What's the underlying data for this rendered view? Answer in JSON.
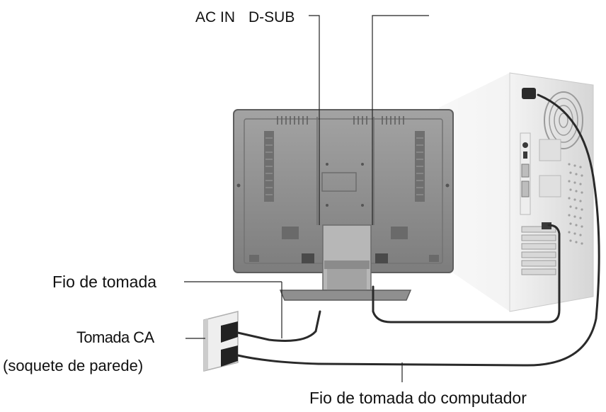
{
  "labels": {
    "ac_in": "AC IN",
    "d_sub": "D-SUB",
    "power_cord": "Fio de tomada",
    "ac_outlet": "Tomada CA",
    "wall_socket": "(soquete de parede)",
    "computer_cord": "Fio de tomada do computador"
  },
  "colors": {
    "monitor_body": "#8e8e8e",
    "monitor_frame": "#6a6a6a",
    "tower_body": "#e9e9e9",
    "cable": "#2a2a2a",
    "leader_line": "#222222"
  },
  "icons": [
    "lcd-monitor-back",
    "pc-tower",
    "wall-outlet",
    "power-plug",
    "vga-connector"
  ]
}
